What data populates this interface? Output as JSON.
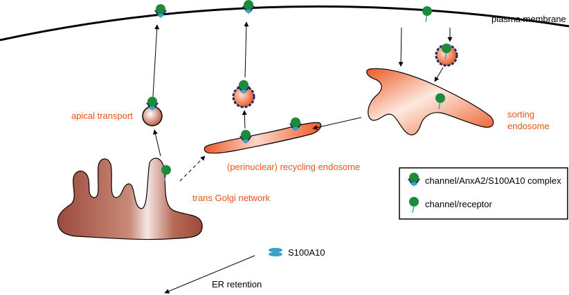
{
  "labels": {
    "plasma_membrane": "plasma membrane",
    "apical_transport": "apical transport",
    "sorting_1": "sorting",
    "sorting_2": "endosome",
    "recycling_prefix": "(perinuclear) recycling",
    "recycling_suffix": " endosome",
    "trans_golgi": "trans Golgi network",
    "s100a10": "S100A10",
    "er_retention": "ER retention"
  },
  "legend": {
    "complex": "channel/AnxA2/S100A10 complex",
    "receptor": "channel/receptor"
  },
  "colors": {
    "label_orange": "#e8541a",
    "text_black": "#000000",
    "channel_green": "#1c8c3c",
    "anxa2_navy": "#1e2a6e",
    "s100a10_teal": "#3aa0c8",
    "golgi_fill": "#a65444",
    "endosome_fill": "#ef6a3a"
  }
}
